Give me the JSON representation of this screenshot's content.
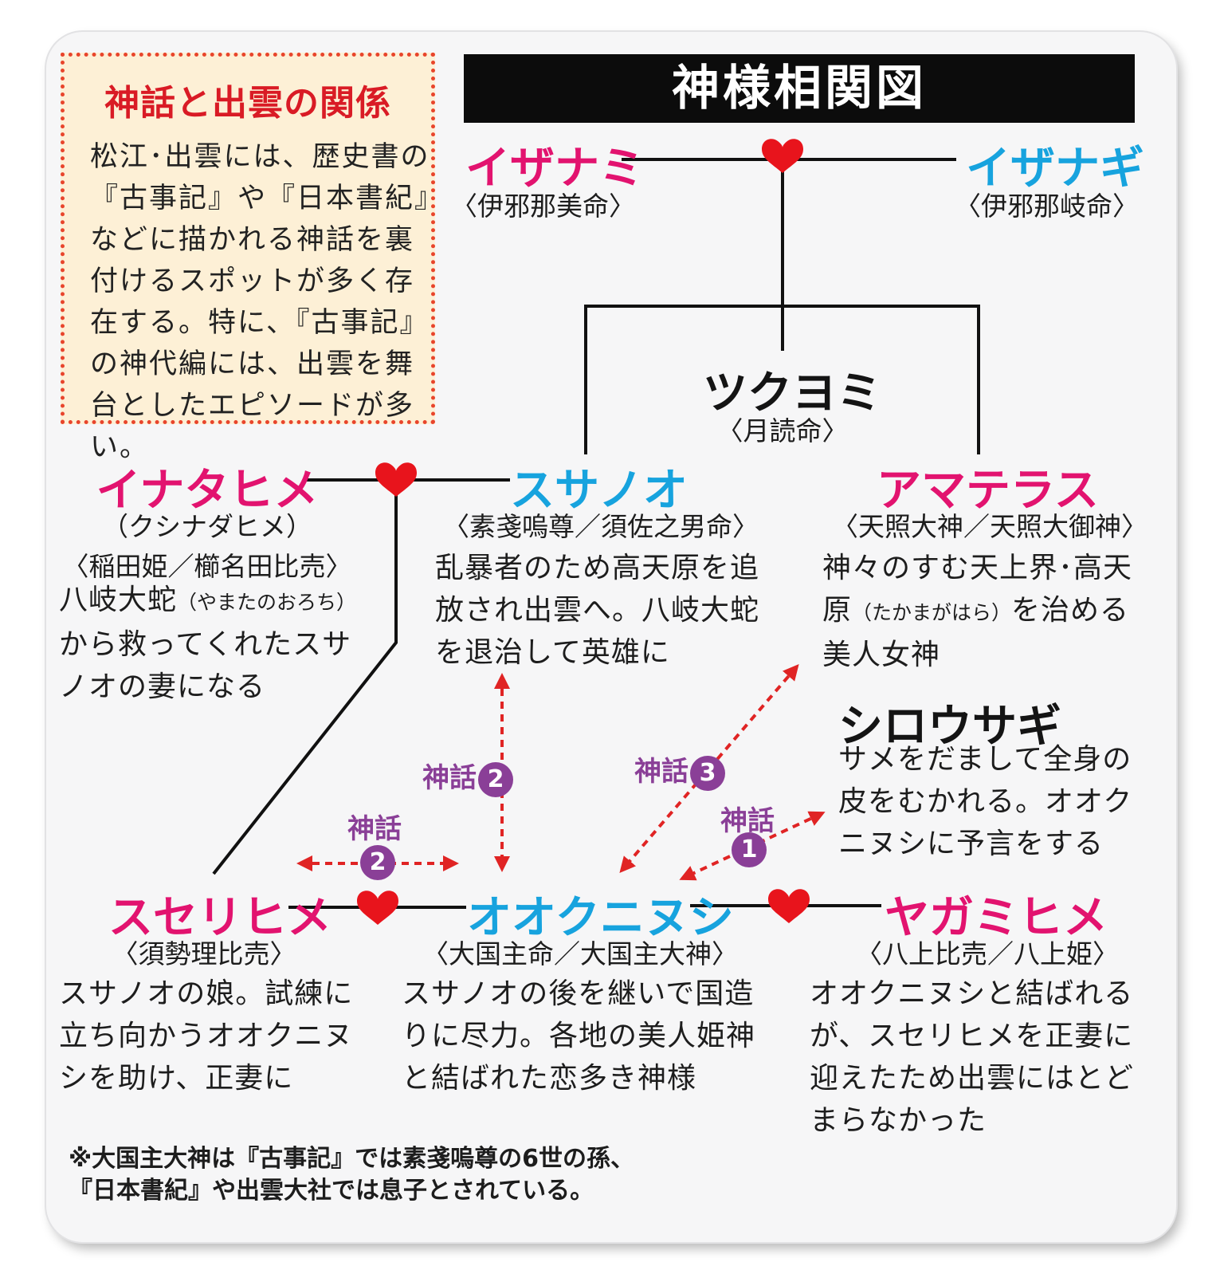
{
  "info": {
    "title": "神話と出雲の関係",
    "body": "松江･出雲には、歴史書の『古事記』や『日本書紀』などに描かれる神話を裏付けるスポットが多く存在する。特に、『古事記』の神代編には、出雲を舞台としたエピソードが多い。"
  },
  "diagram_title": "神様相関図",
  "izanami": {
    "name": "イザナミ",
    "kanji": "〈伊邪那美命〉"
  },
  "izanagi": {
    "name": "イザナギ",
    "kanji": "〈伊邪那岐命〉"
  },
  "tsukuyomi": {
    "name": "ツクヨミ",
    "kanji": "〈月読命〉"
  },
  "inatahime": {
    "name": "イナタヒメ",
    "alias": "（クシナダヒメ）",
    "kanji": "〈稲田姫／櫛名田比売〉",
    "desc_1": "八岐大蛇",
    "desc_reading": "（やまたのおろち）",
    "desc_2": "から救ってくれたスサノオの妻になる"
  },
  "susanoo": {
    "name": "スサノオ",
    "kanji": "〈素戔嗚尊／須佐之男命〉",
    "desc": "乱暴者のため高天原を追放され出雲へ。八岐大蛇を退治して英雄に"
  },
  "amaterasu": {
    "name": "アマテラス",
    "kanji": "〈天照大神／天照大御神〉",
    "desc_1": "神々のすむ天上界･高天原",
    "desc_reading": "（たかまがはら）",
    "desc_2": "を治める美人女神"
  },
  "shirousagi": {
    "name": "シロウサギ",
    "desc": "サメをだまして全身の皮をむかれる。オオクニヌシに予言をする"
  },
  "suserihime": {
    "name": "スセリヒメ",
    "kanji": "〈須勢理比売〉",
    "desc": "スサノオの娘。試練に立ち向かうオオクニヌシを助け、正妻に"
  },
  "okuninushi": {
    "name": "オオクニヌシ",
    "kanji": "〈大国主命／大国主大神〉",
    "desc": "スサノオの後を継いで国造りに尽力。各地の美人姫神と結ばれた恋多き神様"
  },
  "yagamihime": {
    "name": "ヤガミヒメ",
    "kanji": "〈八上比売／八上姫〉",
    "desc": "オオクニヌシと結ばれるが、スセリヒメを正妻に迎えたため出雲にはとどまらなかった"
  },
  "myth_badges": {
    "word": "神話",
    "n1": "1",
    "n2": "2",
    "n3": "3"
  },
  "footnote": {
    "line1": "※大国主大神は『古事記』では素戔嗚尊の6世の孫、",
    "line2": "『日本書紀』や出雲大社では息子とされている。"
  },
  "colors": {
    "pink": "#e2136f",
    "blue": "#17a3de",
    "heart_red": "#e8141c",
    "arrow_red": "#e02424",
    "badge_purple": "#8a3f97",
    "info_border": "#e8452c",
    "info_bg": "#fdf0d6"
  }
}
